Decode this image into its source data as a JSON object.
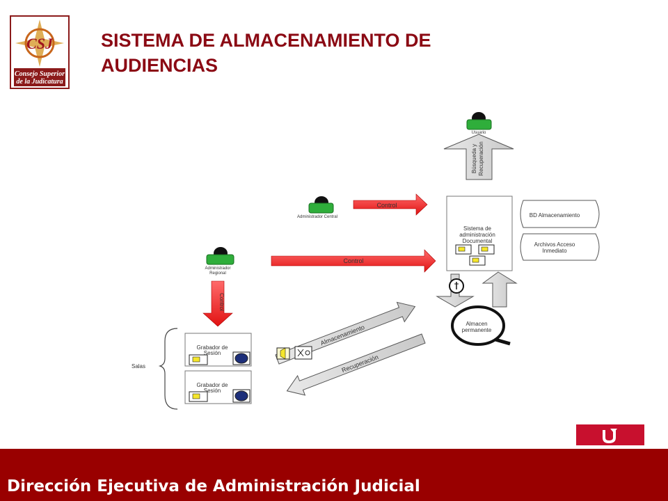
{
  "page": {
    "title": "SISTEMA DE ALMACENAMIENTO DE AUDIENCIAS",
    "footer": "Dirección Ejecutiva de Administración Judicial",
    "logo": {
      "initials": "CSJ",
      "line1": "Consejo Superior",
      "line2": "de la Judicatura"
    }
  },
  "diagram": {
    "usuario": "Usuario",
    "busqueda": [
      "Búsqueda y",
      "Recuperación"
    ],
    "admin_central": "Administrador Central",
    "admin_regional": [
      "Administrador",
      "Regional"
    ],
    "control_top": "Control",
    "control_mid": "Control",
    "control_down": "Control",
    "sistema": [
      "Sistema de",
      "administración",
      "Documental"
    ],
    "bd": "BD Almacenamiento",
    "archivos": [
      "Archivos Acceso",
      "Inmediato"
    ],
    "almacen": [
      "Almacen",
      "permanente"
    ],
    "almacenamiento": "Almacenamiento",
    "recuperacion": "Recuperación",
    "salas": "Salas",
    "grabador1": [
      "Grabador de",
      "Sesión"
    ],
    "grabador2": [
      "Grabador de",
      "Sesión"
    ]
  },
  "colors": {
    "title": "#8b0a14",
    "footer_bg": "#990000",
    "arrow_red": "#ee1c1c",
    "person": "#2fae3b",
    "button": "#c8102e"
  },
  "icons": {
    "return": "return-arrow-icon",
    "person": "person-icon"
  }
}
